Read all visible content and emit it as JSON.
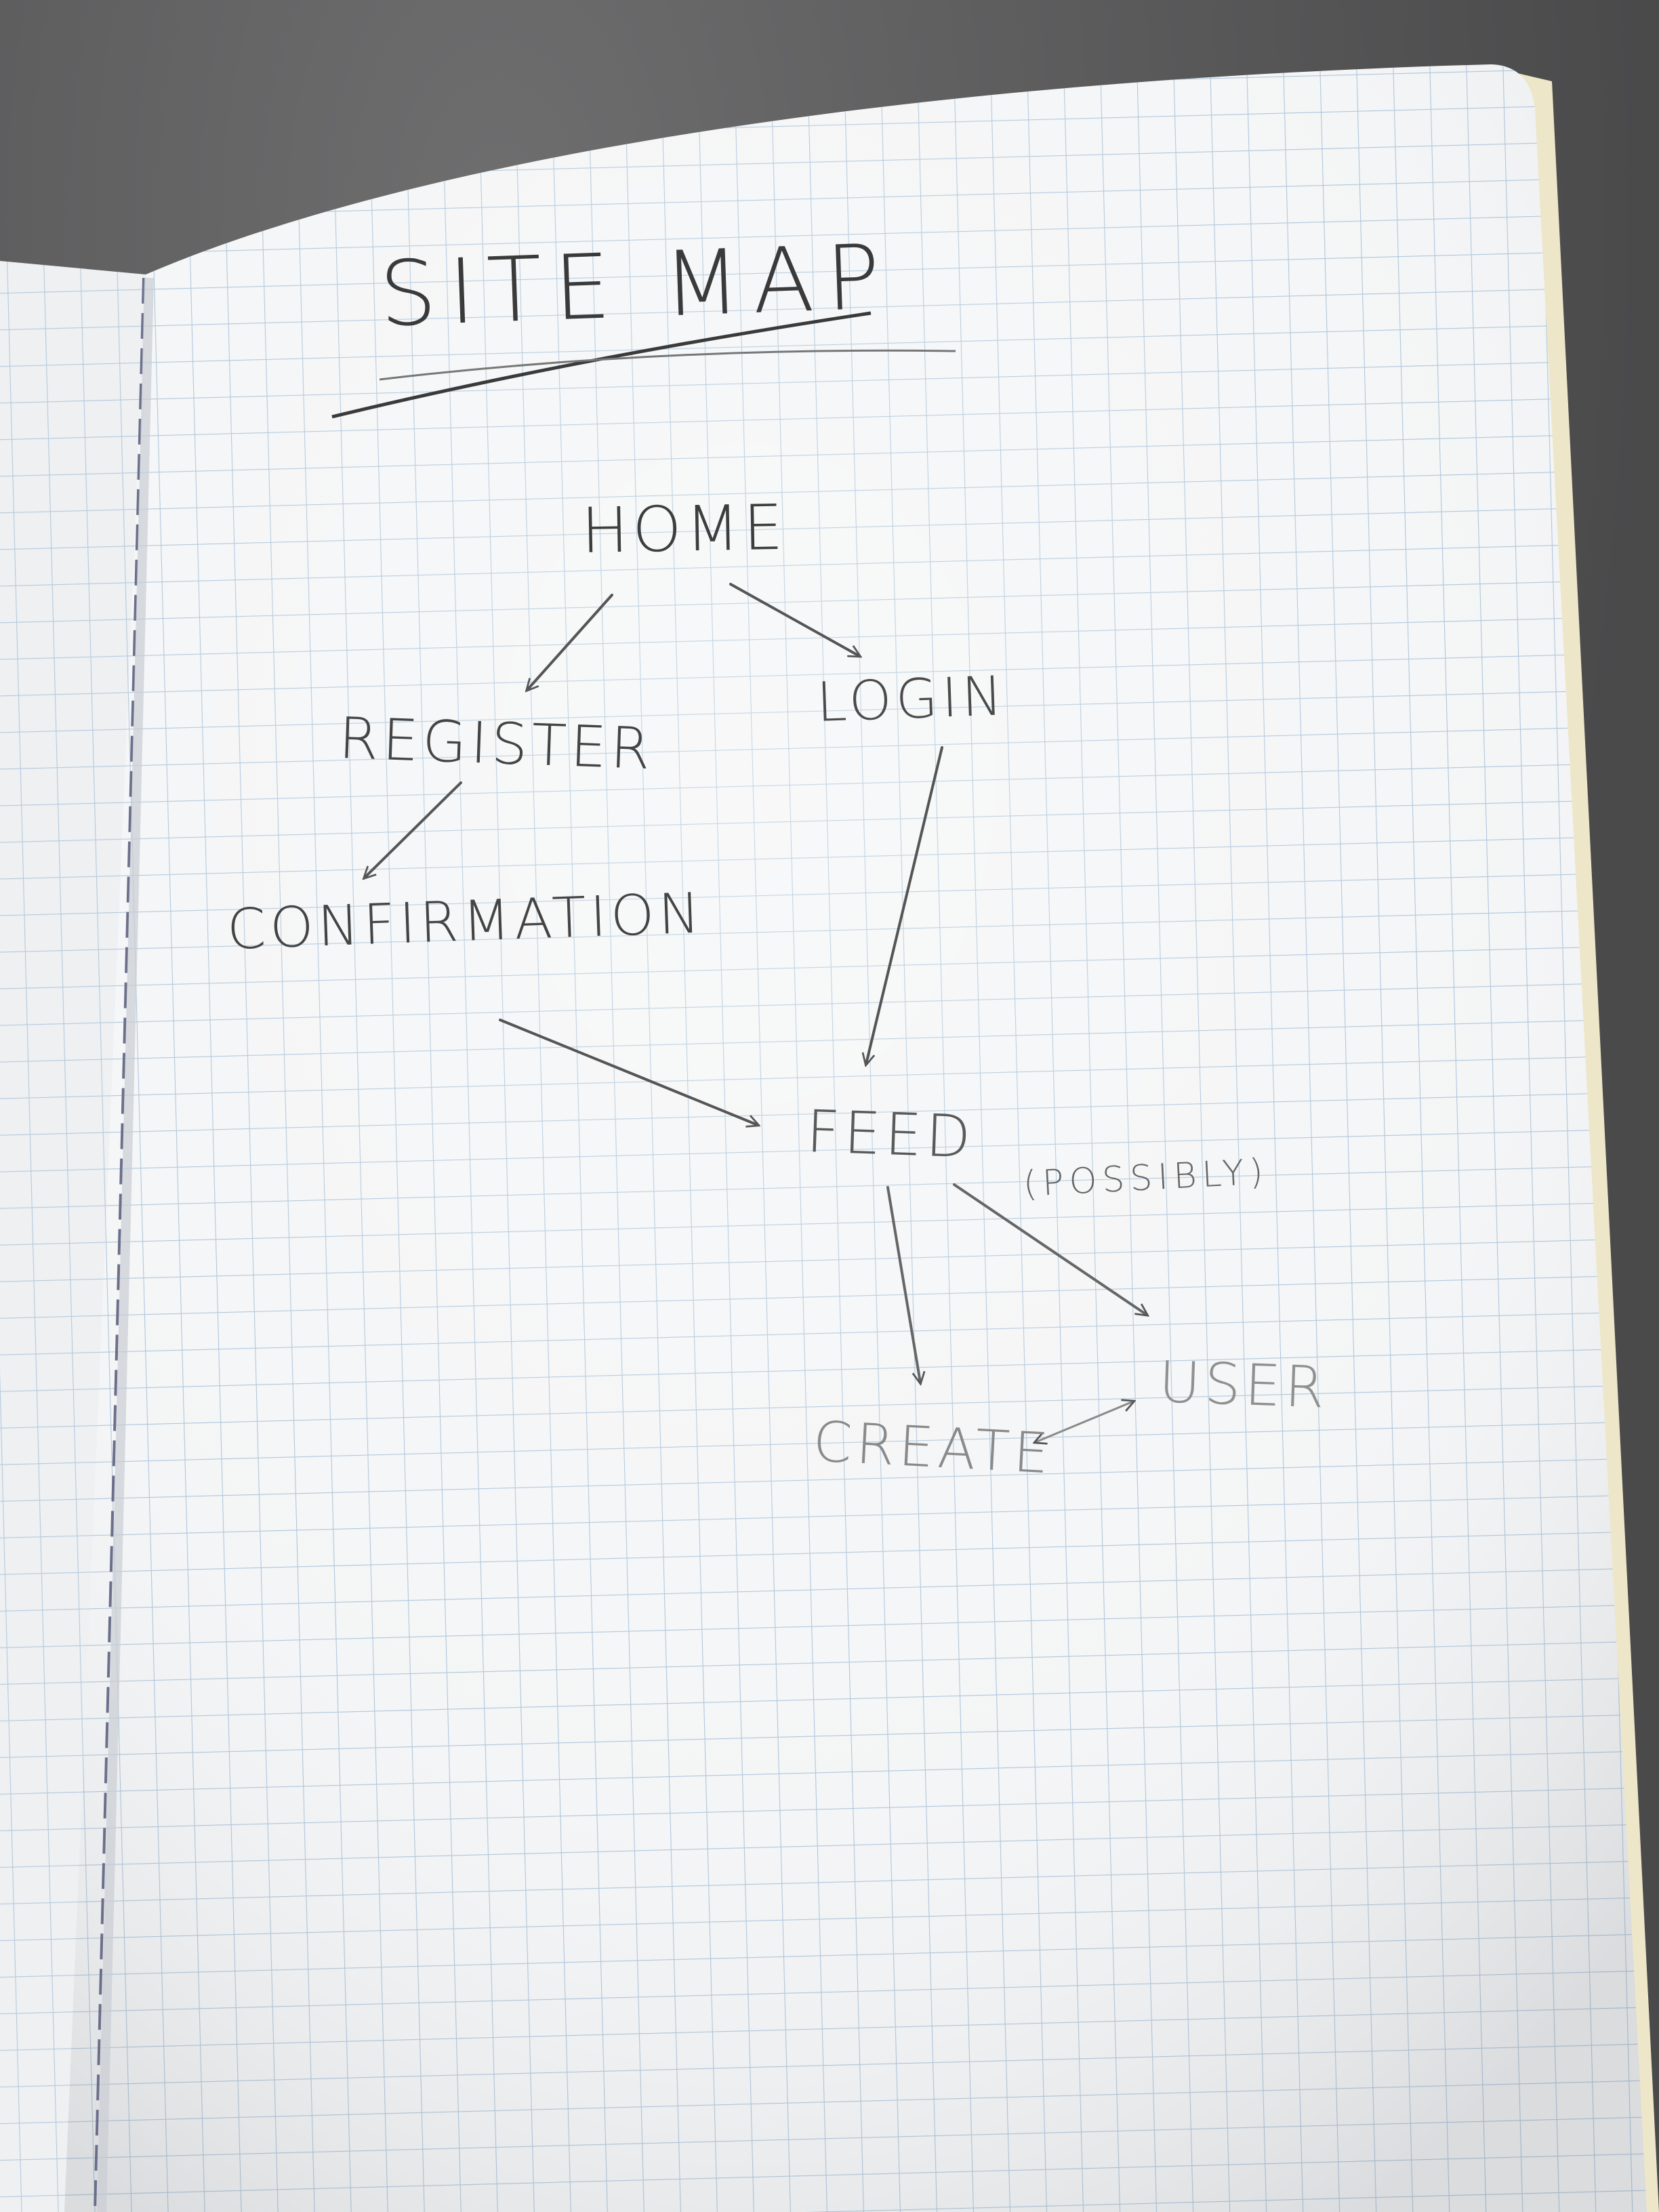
{
  "diagram": {
    "title": "SITE MAP",
    "nodes": {
      "home": "HOME",
      "register": "REGISTER",
      "login": "LOGIN",
      "confirmation": "CONFIRMATION",
      "feed": "FEED",
      "create": "CREATE",
      "user": "USER"
    },
    "annotations": {
      "possibly": "(POSSIBLY)"
    },
    "edges": [
      {
        "from": "home",
        "to": "register"
      },
      {
        "from": "home",
        "to": "login"
      },
      {
        "from": "register",
        "to": "confirmation"
      },
      {
        "from": "login",
        "to": "feed"
      },
      {
        "from": "confirmation",
        "to": "feed"
      },
      {
        "from": "feed",
        "to": "create"
      },
      {
        "from": "feed",
        "to": "user",
        "note": "possibly"
      },
      {
        "from": "create",
        "to": "user",
        "bidirectional": true
      }
    ]
  },
  "colors": {
    "paper": "#f4f5f6",
    "grid": "#a9c3d9",
    "pencil": "#4a4a4a",
    "background": "#5f5f60"
  }
}
